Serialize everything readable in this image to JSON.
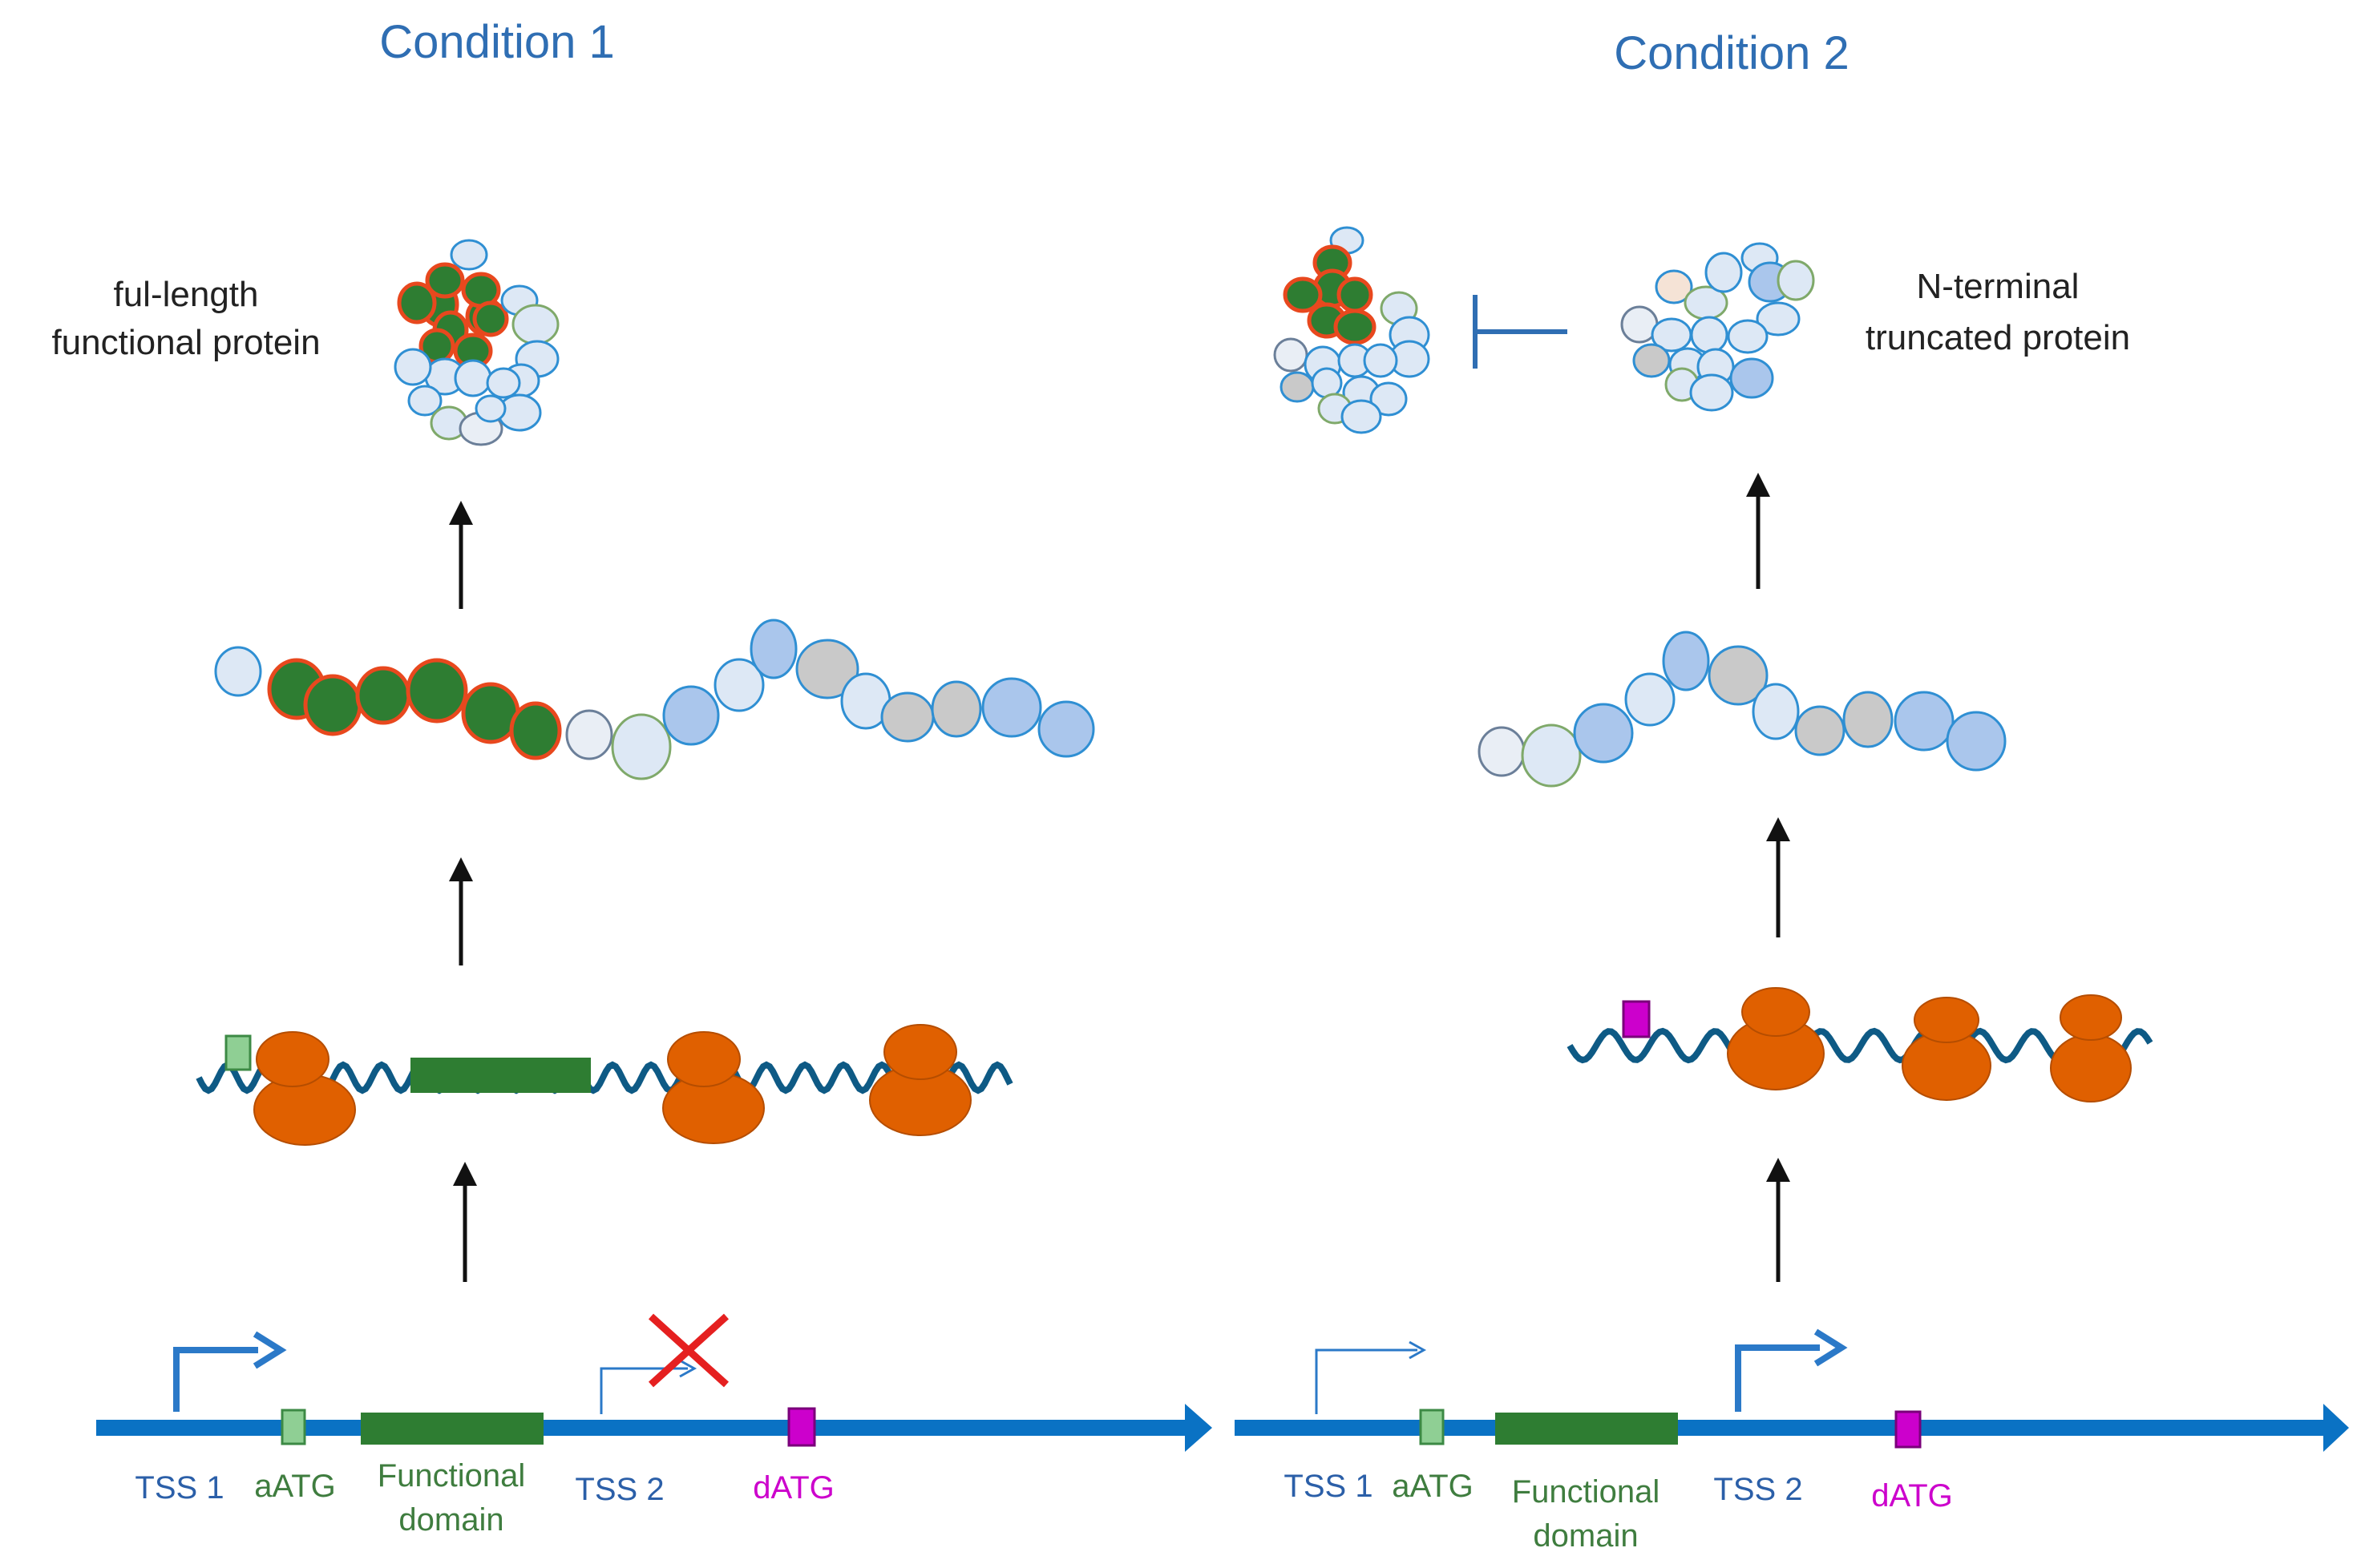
{
  "colors": {
    "title": "#2f6eb3",
    "genome_line": "#0a72c4",
    "tss_arrow": "#2b79c8",
    "aATG": "#8fcf94",
    "functional_domain": "#2e7d32",
    "dATG": "#cc00cc",
    "ribosome": "#e06000",
    "mrna": "#0e5a85",
    "inhibition": "#2f6eb3",
    "cross": "#e52020"
  },
  "icons": [
    "transcription-start-arrow",
    "ribosome",
    "inhibition-bar",
    "red-cross",
    "up-arrow"
  ],
  "panels": [
    {
      "title": "Condition 1",
      "protein_caption": [
        "ful-length",
        "functional protein"
      ],
      "gene_labels": {
        "tss1": "TSS 1",
        "aatg": "aATG",
        "functional_domain": [
          "Functional",
          "domain"
        ],
        "tss2": "TSS 2",
        "datg": "dATG"
      }
    },
    {
      "title": "Condition 2",
      "protein_caption": [
        "N-terminal",
        "truncated protein"
      ],
      "gene_labels": {
        "tss1": "TSS 1",
        "aatg": "aATG",
        "functional_domain": [
          "Functional",
          "domain"
        ],
        "tss2": "TSS 2",
        "datg": "dATG"
      }
    }
  ]
}
